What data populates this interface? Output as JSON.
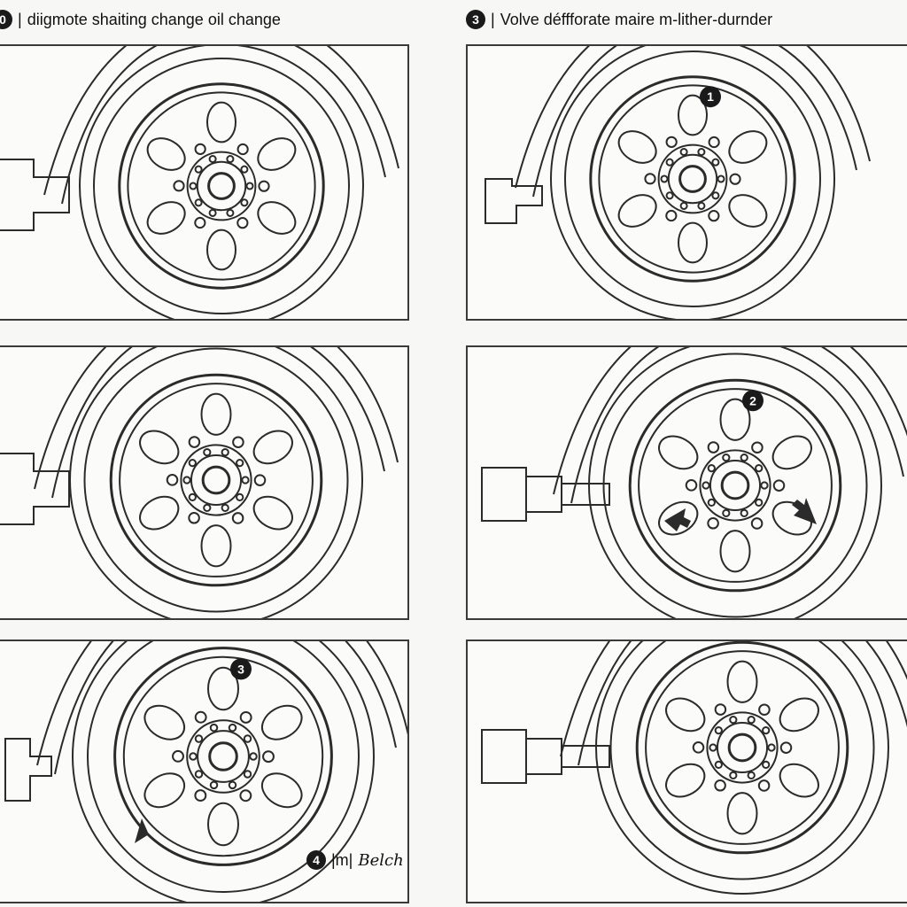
{
  "headings": {
    "left": {
      "badge": "0",
      "sep": "|",
      "text": "diigmote shaiting change oil change"
    },
    "right": {
      "badge": "3",
      "sep": "|",
      "text": "Volve déffforate maire m-lither-durnder"
    }
  },
  "panels": [
    {
      "id": "p1",
      "badge": "",
      "arrows": false
    },
    {
      "id": "p2",
      "badge": "1",
      "arrows": false
    },
    {
      "id": "p3",
      "badge": "",
      "arrows": false
    },
    {
      "id": "p4",
      "badge": "2",
      "arrows": true
    },
    {
      "id": "p5",
      "badge": "3",
      "arrows": true
    },
    {
      "id": "p6",
      "badge": "",
      "arrows": false
    }
  ],
  "footer": {
    "badge": "4",
    "code": "|m|",
    "word": "Belch"
  },
  "colors": {
    "ink": "#2b2b2b",
    "badge": "#1a1a1a",
    "paper": "#fbfbfa"
  }
}
